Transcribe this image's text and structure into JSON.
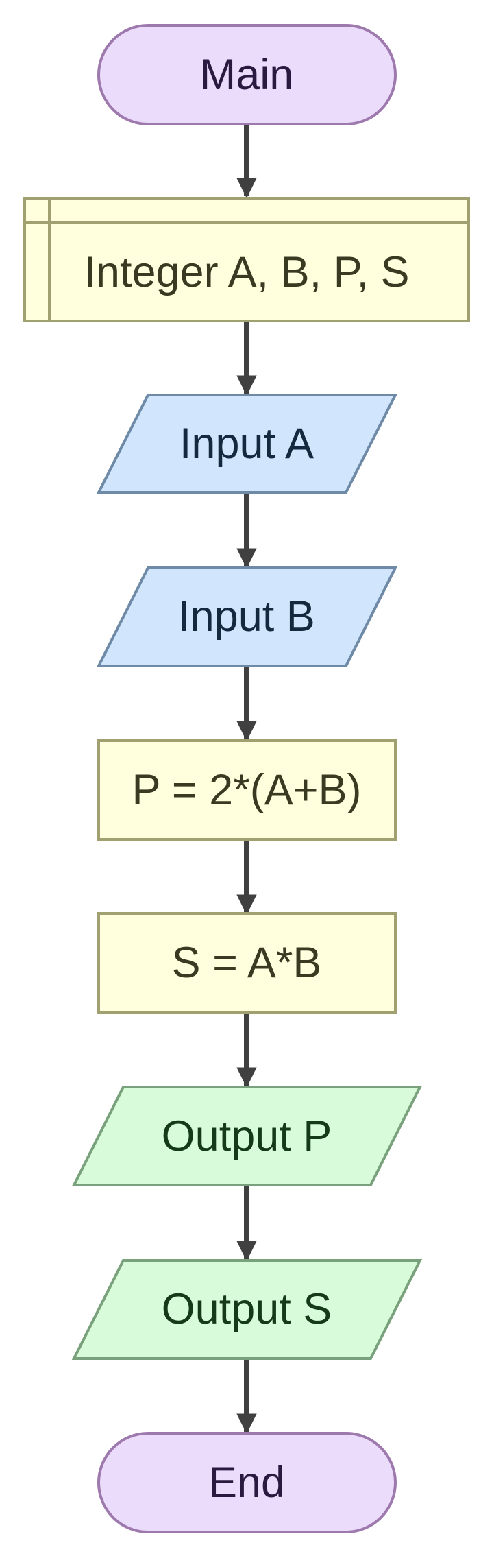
{
  "nodes": {
    "main": "Main",
    "declare": "Integer A, B, P, S",
    "input_a": "Input A",
    "input_b": "Input B",
    "perimeter": "P = 2*(A+B)",
    "area": "S = A*B",
    "output_p": "Output P",
    "output_s": "Output S",
    "end": "End"
  },
  "colors": {
    "terminal_fill": "#eadcfa",
    "terminal_stroke": "#9d79ad",
    "terminal_text": "#2a1a40",
    "process_fill": "#ffffde",
    "process_stroke": "#a0a070",
    "process_text": "#3a3a22",
    "input_fill": "#d1e6fd",
    "input_stroke": "#6e8aa6",
    "input_text": "#14283e",
    "output_fill": "#d8fcd9",
    "output_stroke": "#79a17c",
    "output_text": "#153a19",
    "arrow": "#404040"
  }
}
